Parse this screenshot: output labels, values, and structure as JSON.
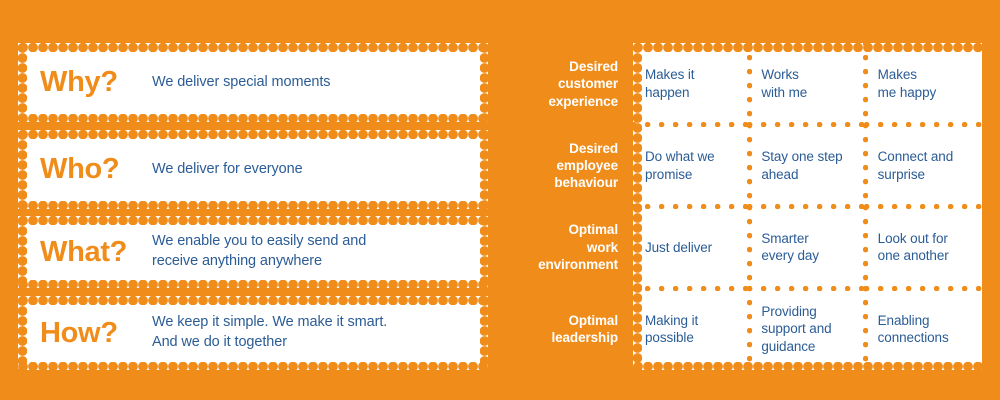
{
  "theme": {
    "background_color": "#F08C1A",
    "card_color": "#FFFFFF",
    "accent_orange": "#F08C1A",
    "body_blue": "#2B5C96",
    "label_color": "#FFFFFF"
  },
  "value_cards": [
    {
      "word": "Why?",
      "description": "We deliver special moments"
    },
    {
      "word": "Who?",
      "description": "We deliver for everyone"
    },
    {
      "word": "What?",
      "description": "We enable you to easily send and\nreceive anything anywhere"
    },
    {
      "word": "How?",
      "description": "We keep it simple. We make it smart.\nAnd we do it together"
    }
  ],
  "matrix": {
    "row_labels": [
      "Desired\ncustomer\nexperience",
      "Desired\nemployee\nbehaviour",
      "Optimal\nwork\nenvironment",
      "Optimal\nleadership"
    ],
    "rows": [
      [
        "Makes it\nhappen",
        "Works\nwith me",
        "Makes\nme happy"
      ],
      [
        "Do what we\npromise",
        "Stay one step\nahead",
        "Connect and\nsurprise"
      ],
      [
        "Just deliver",
        "Smarter\nevery day",
        "Look out for\none another"
      ],
      [
        "Making it\npossible",
        "Providing\nsupport and\nguidance",
        "Enabling\nconnections"
      ]
    ]
  }
}
